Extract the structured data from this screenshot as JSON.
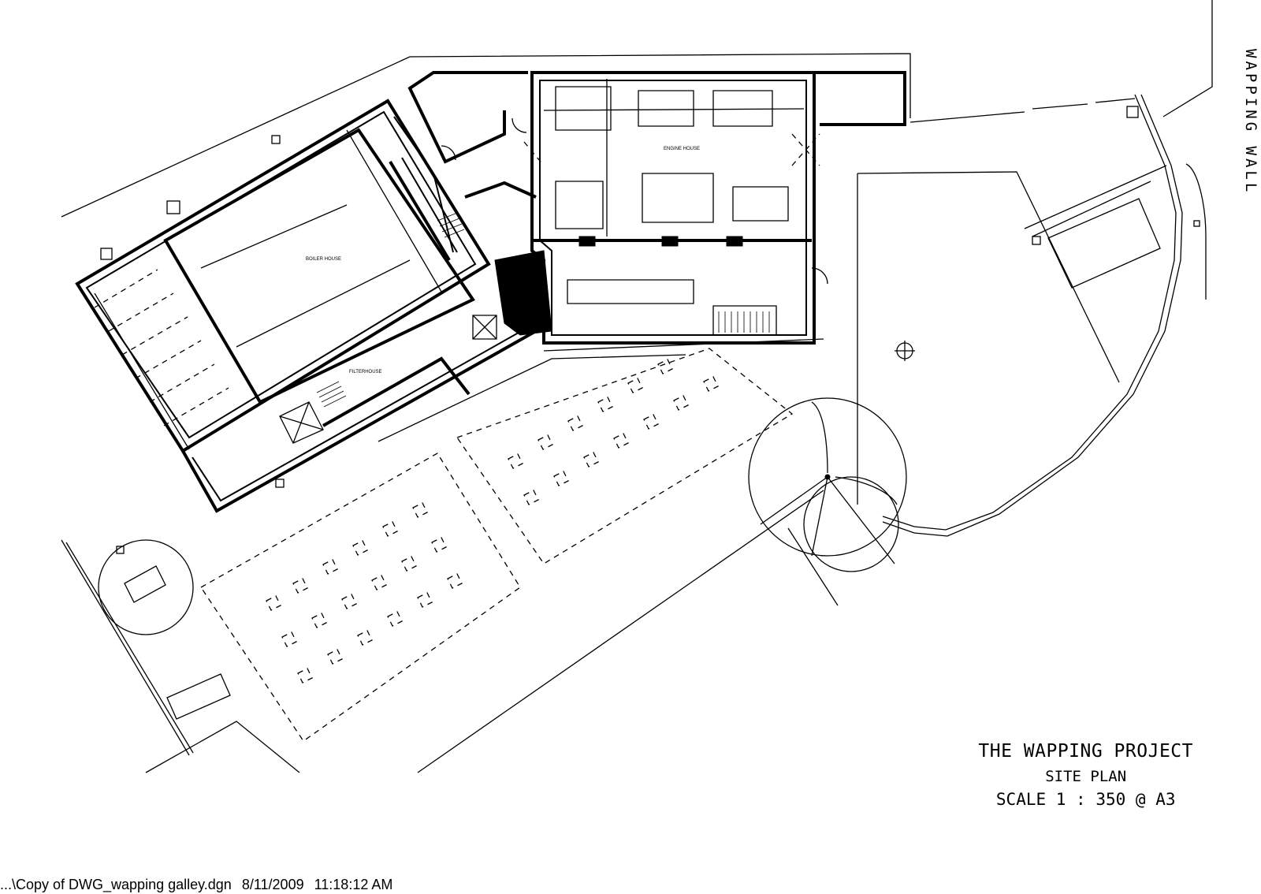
{
  "drawing": {
    "rooms": {
      "boiler_house": "BOILER HOUSE",
      "engine_house": "ENGINE HOUSE",
      "filterhouse": "FILTERHOUSE"
    },
    "street_name": "WAPPING WALL"
  },
  "title_block": {
    "project": "THE WAPPING PROJECT",
    "sheet": "SITE PLAN",
    "scale": "SCALE 1 : 350 @ A3"
  },
  "footer": {
    "file_path": "...\\Copy of DWG_wapping galley.dgn",
    "date": "8/11/2009",
    "time": "11:18:12 AM"
  }
}
